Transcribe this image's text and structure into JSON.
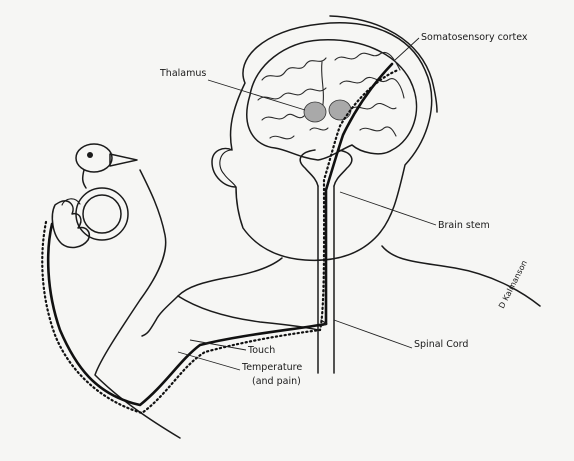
{
  "labels": {
    "somatosensory_cortex": "Somatosensory cortex",
    "thalamus": "Thalamus",
    "brain_stem": "Brain stem",
    "spinal_cord": "Spinal Cord",
    "touch": "Touch",
    "temperature_line1": "Temperature",
    "temperature_line2": "(and pain)"
  },
  "signature": "D Kalmanson",
  "colors": {
    "background": "#f6f6f4",
    "ink": "#1b1b1b",
    "nucleus_fill": "#a9a9a9"
  }
}
